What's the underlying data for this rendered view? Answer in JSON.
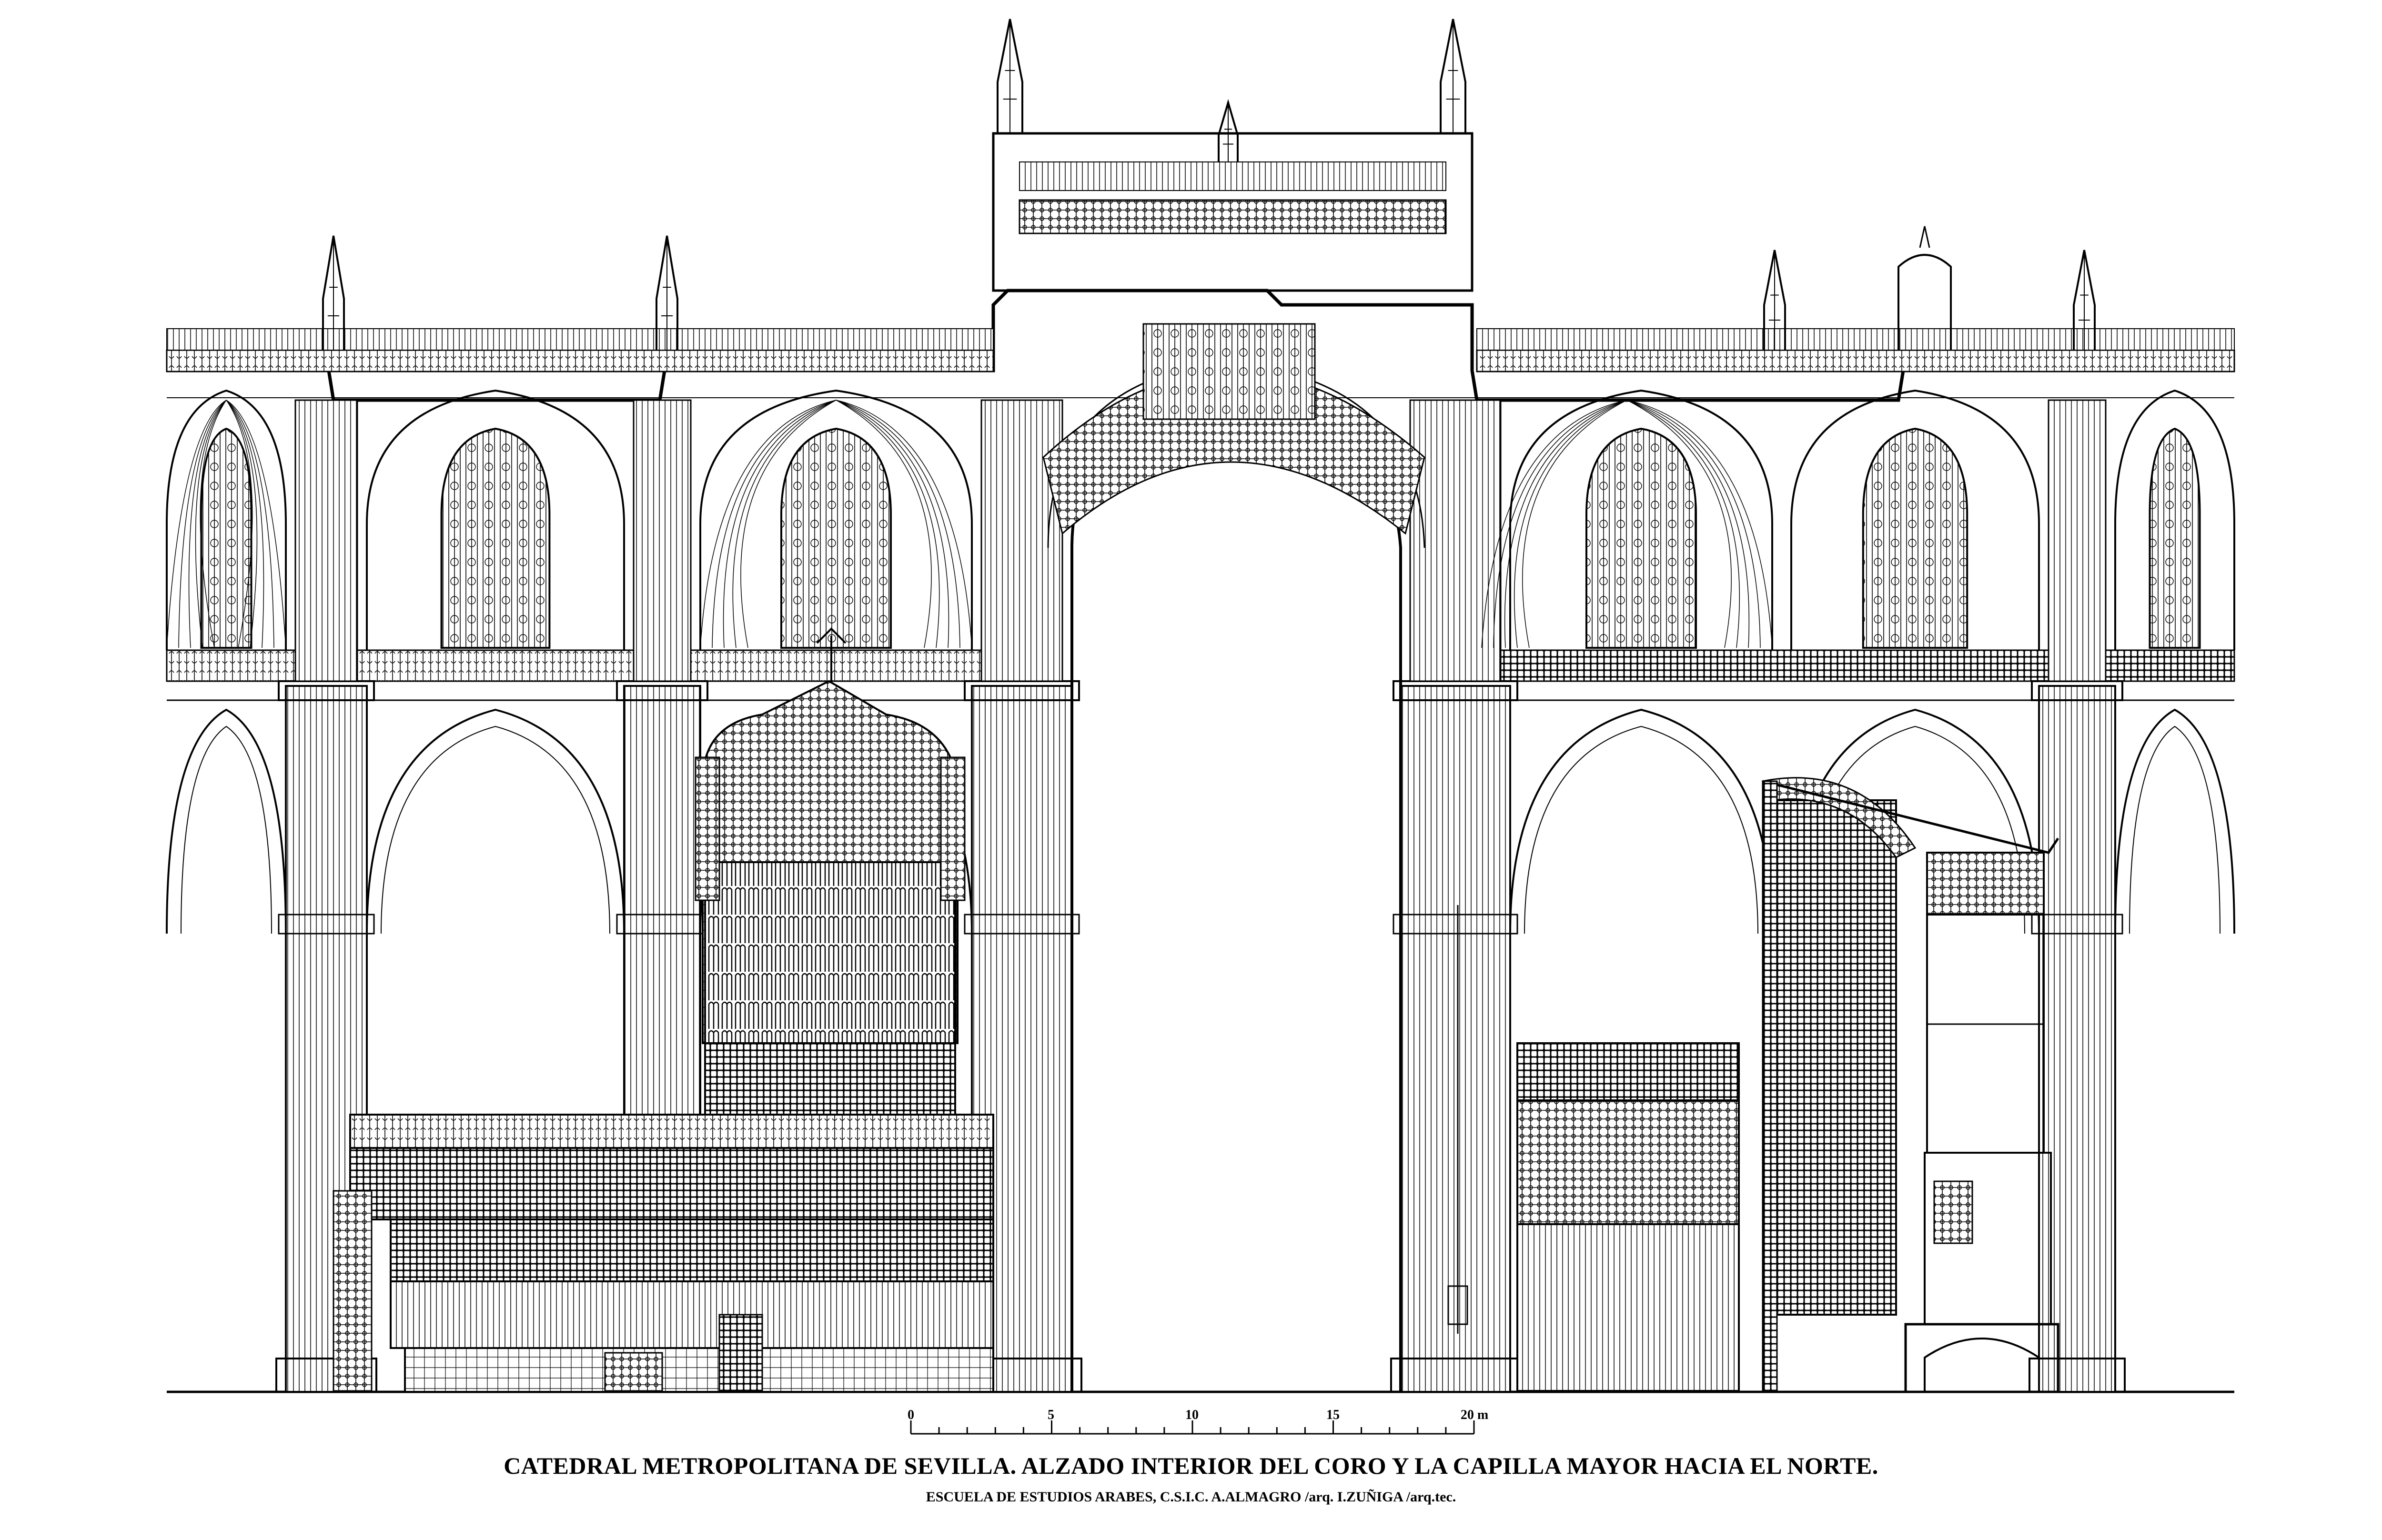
{
  "scale_bar": {
    "ticks": [
      "0",
      "5",
      "10",
      "15",
      "20 m"
    ]
  },
  "title": "CATEDRAL METROPOLITANA DE SEVILLA. ALZADO INTERIOR DEL CORO Y LA CAPILLA MAYOR HACIA EL NORTE.",
  "credits": "ESCUELA DE ESTUDIOS ARABES, C.S.I.C.  A.ALMAGRO /arq.  I.ZUÑIGA /arq.tec."
}
